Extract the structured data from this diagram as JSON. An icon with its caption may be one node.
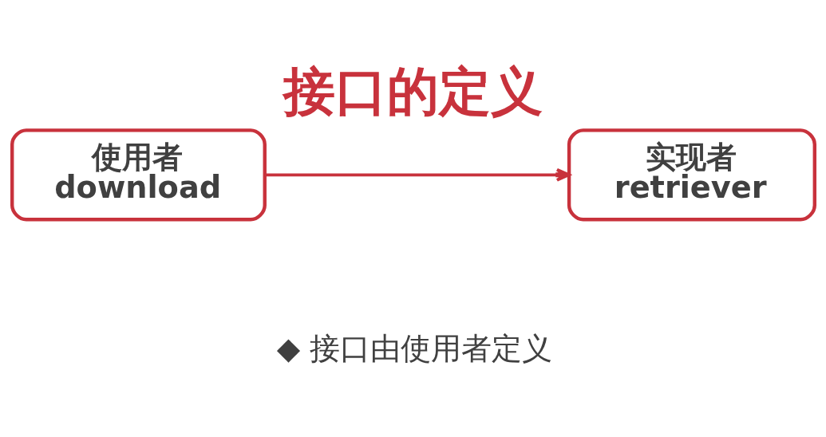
{
  "diagram": {
    "title": "接口的定义",
    "nodes": [
      {
        "text": [
          "使用者",
          "download"
        ]
      },
      {
        "text": [
          "实现者",
          "retriever"
        ]
      }
    ],
    "edges": [
      {
        "from": 0,
        "to": 1,
        "arrow": "to"
      }
    ],
    "labels": [
      "◆ 接口由使用者定义"
    ]
  }
}
